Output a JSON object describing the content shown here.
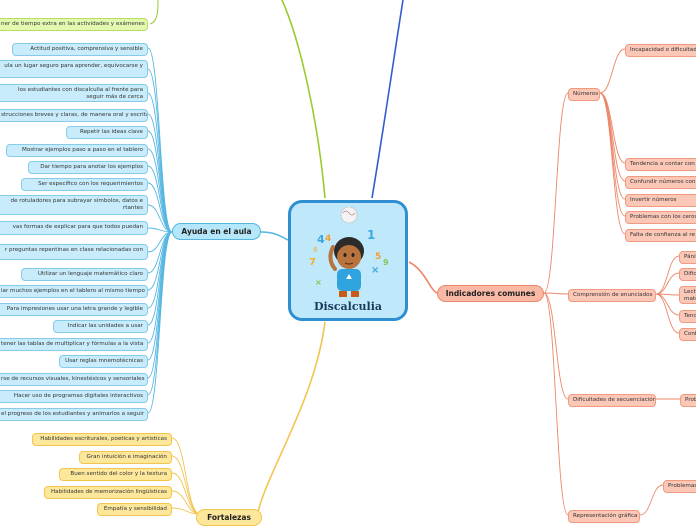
{
  "central": {
    "title": "Discalculia",
    "illustration": "child-thinking-with-numbers-icon"
  },
  "colors": {
    "blue": "#55b7e2",
    "green": "#9acb2f",
    "yellow": "#f2c550",
    "salmon": "#ec8769",
    "central_border": "#2f8fd1"
  },
  "top_branch": {
    "item": "ner de tiempo extra en las actividades y exámenes"
  },
  "ayuda": {
    "label": "Ayuda en el aula",
    "items": [
      "Actitud positiva, comprensiva y sensible",
      "ula un lugar seguro para aprender, equivocarse y",
      "los estudiantes con discalculia al frente para seguir más de cerca",
      "strucciones breves y claras, de manera oral y escrita",
      "Repetir las ideas clave",
      "Mostrar ejemplos paso a paso en el tablero",
      "Dar tiempo para anotar los ejemplos",
      "Ser específico con los requerimientos",
      "de rotuladores para subrayar símbolos, datos e rtantes",
      "vas formas de explicar para que todos puedan",
      "r preguntas repentinas en clase relacionadas con",
      "Utilizar un lenguaje matemático claro",
      "iar muchos ejemplos en el tablero al mismo tiempo",
      "Para impresiones usar una letra grande y legible",
      "Indicar las unidades a usar",
      "tener las tablas de multiplicar y fórmulas a la vista",
      "Usar reglas mnemotécnicas",
      "rse de recursos visuales, kinestésicos y sensoriales",
      "Hacer uso de programas digitales interactivos",
      "el progreso de los estudiantes y animarlos a seguir"
    ]
  },
  "fortalezas": {
    "label": "Fortalezas",
    "items": [
      "Habilidades escriturales, poeticas y artisticas",
      "Gran intuición e imaginación",
      "Buen sentido del color y la textura",
      "Habilidades de memorización lingüísticas",
      "Empatía y sensibilidad"
    ]
  },
  "indicadores": {
    "label": "Indicadores comunes",
    "categories": [
      {
        "label": "Números",
        "items": [
          "Incapacidad o dificultad",
          "Tendencia a contar con",
          "Confundir números con",
          "Invertir números",
          "Problemas con los ceros",
          "Falta de confianza al re"
        ]
      },
      {
        "label": "Comprensión de enunciados",
        "items": [
          "Pánic",
          "Dific",
          "Lectu mate",
          "Tend",
          "Conf"
        ]
      },
      {
        "label": "Dificultades de secuenciación",
        "items": [
          "Prob"
        ]
      },
      {
        "label": "Representación gráfica",
        "items": [
          "Problemas"
        ]
      }
    ]
  }
}
